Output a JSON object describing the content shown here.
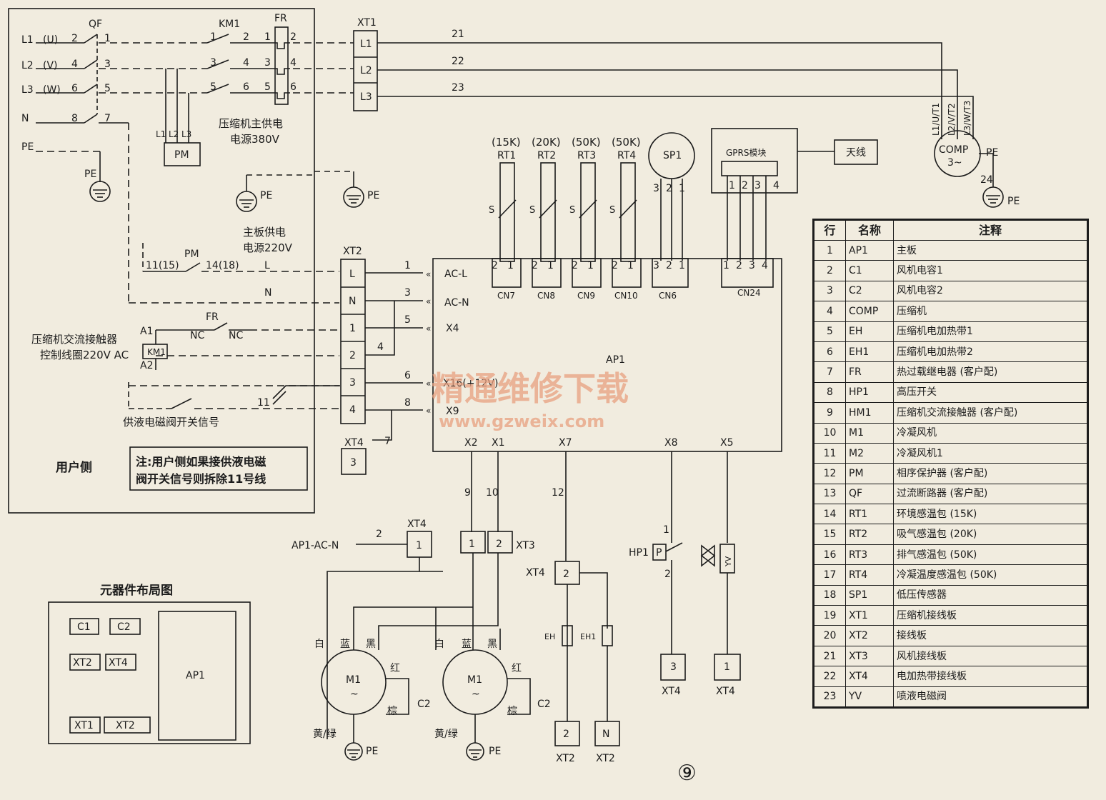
{
  "colors": {
    "background": "#f1ecdf",
    "ink": "#1c1c1c",
    "watermark": "#e8a080"
  },
  "power": {
    "lines": [
      "L1",
      "(U)",
      "L2",
      "(V)",
      "L3",
      "(W)",
      "N",
      "PE"
    ],
    "qf": "QF",
    "qf_pins": [
      "2",
      "1",
      "4",
      "3",
      "6",
      "5",
      "8",
      "7"
    ],
    "km1": "KM1",
    "km1_pins": [
      "1",
      "2",
      "3",
      "4",
      "5",
      "6"
    ],
    "fr": "FR",
    "fr_pins": [
      "1",
      "2",
      "3",
      "4",
      "5",
      "6"
    ],
    "pm": "PM",
    "pm_terms": [
      "L1",
      "L2",
      "L3"
    ],
    "pe": "PE",
    "comp_supply": [
      "压缩机主供电",
      "电源380V"
    ],
    "board_supply": [
      "主板供电",
      "电源220V"
    ],
    "pm_contact": [
      "11(15)",
      "PM",
      "14(18)"
    ],
    "l_label": "L",
    "n_label": "N"
  },
  "xt1": {
    "name": "XT1",
    "terms": [
      "L1",
      "L2",
      "L3"
    ],
    "wires": [
      "21",
      "22",
      "23"
    ]
  },
  "comp": {
    "label": "COMP",
    "phase": "3~",
    "terms": [
      "L1/U/T1",
      "L2/V/T2",
      "L3/W/T3"
    ],
    "pe": "PE",
    "wire": "24"
  },
  "sensors": [
    {
      "value": "(15K)",
      "name": "RT1",
      "conn": "CN7",
      "pins": [
        "2",
        "1"
      ]
    },
    {
      "value": "(20K)",
      "name": "RT2",
      "conn": "CN8",
      "pins": [
        "2",
        "1"
      ]
    },
    {
      "value": "(50K)",
      "name": "RT3",
      "conn": "CN9",
      "pins": [
        "2",
        "1"
      ]
    },
    {
      "value": "(50K)",
      "name": "RT4",
      "conn": "CN10",
      "pins": [
        "2",
        "1"
      ]
    }
  ],
  "sensor_mark": "S",
  "sp1": {
    "name": "SP1",
    "pins": [
      "3",
      "2",
      "1"
    ],
    "conn": "CN6"
  },
  "gprs": {
    "name": "GPRS模块",
    "antenna": "天线",
    "pins": [
      "1",
      "2",
      "3",
      "4"
    ],
    "conn": "CN24"
  },
  "ap1": {
    "name": "AP1",
    "inputs": [
      "AC-L",
      "AC-N",
      "X4",
      "X16(+12V)",
      "X9"
    ],
    "outputs": [
      "X2",
      "X1",
      "X7",
      "X8",
      "X5"
    ]
  },
  "xt2": {
    "name": "XT2",
    "terms": [
      "L",
      "N",
      "1",
      "2",
      "3",
      "4"
    ]
  },
  "wire_numbers": [
    "1",
    "3",
    "5",
    "4",
    "6",
    "8",
    "7",
    "11",
    "9",
    "10",
    "12",
    "2"
  ],
  "user_side": {
    "km1_coil": [
      "压缩机交流接触器",
      "控制线圈220V AC"
    ],
    "a1": "A1",
    "a2": "A2",
    "fr": "FR",
    "nc": [
      "NC",
      "NC"
    ],
    "valve_signal": "供液电磁阀开关信号",
    "title": "用户侧",
    "note": [
      "注:用户侧如果接供液电磁",
      "阀开关信号则拆除11号线"
    ]
  },
  "xt4_small": {
    "name": "XT4",
    "term": "3"
  },
  "fans": {
    "ap1_ac_n": "AP1-AC-N",
    "xt4": "XT4",
    "xt4_term": "1",
    "xt3": "XT3",
    "xt3_terms": [
      "1",
      "2"
    ],
    "motor": "M1",
    "tilde": "~",
    "white": "白",
    "blue": "蓝",
    "black": "黑",
    "red": "红",
    "brown": "棕",
    "yg": "黄/绿",
    "cap": "C2",
    "pe": "PE"
  },
  "heaters": {
    "xt4": "XT4",
    "xt4_term": "2",
    "eh": "EH",
    "eh1": "EH1",
    "xt2_terms": [
      "2",
      "N"
    ],
    "xt2": "XT2"
  },
  "hp_yv": {
    "hp": "HP1",
    "p": "P",
    "pins": [
      "1",
      "2"
    ],
    "yv": "YV",
    "xt4_terms": [
      "3",
      "1"
    ],
    "xt4": "XT4"
  },
  "layout": {
    "title": "元器件布局图",
    "items": [
      "C1",
      "C2",
      "XT2",
      "XT4",
      "AP1",
      "XT1",
      "XT2"
    ]
  },
  "watermark": {
    "line1": "精通维修下载",
    "line2": "www.gzweix.com"
  },
  "page_number": "⑨",
  "parts_table": {
    "headers": [
      "行",
      "名称",
      "注释"
    ],
    "rows": [
      [
        "1",
        "AP1",
        "主板"
      ],
      [
        "2",
        "C1",
        "风机电容1"
      ],
      [
        "3",
        "C2",
        "风机电容2"
      ],
      [
        "4",
        "COMP",
        "压缩机"
      ],
      [
        "5",
        "EH",
        "压缩机电加热带1"
      ],
      [
        "6",
        "EH1",
        "压缩机电加热带2"
      ],
      [
        "7",
        "FR",
        "热过载继电器 (客户配)"
      ],
      [
        "8",
        "HP1",
        "高压开关"
      ],
      [
        "9",
        "HM1",
        "压缩机交流接触器 (客户配)"
      ],
      [
        "10",
        "M1",
        "冷凝风机"
      ],
      [
        "11",
        "M2",
        "冷凝风机1"
      ],
      [
        "12",
        "PM",
        "相序保护器 (客户配)"
      ],
      [
        "13",
        "QF",
        "过流断路器 (客户配)"
      ],
      [
        "14",
        "RT1",
        "环境感温包 (15K)"
      ],
      [
        "15",
        "RT2",
        "吸气感温包 (20K)"
      ],
      [
        "16",
        "RT3",
        "排气感温包 (50K)"
      ],
      [
        "17",
        "RT4",
        "冷凝温度感温包 (50K)"
      ],
      [
        "18",
        "SP1",
        "低压传感器"
      ],
      [
        "19",
        "XT1",
        "压缩机接线板"
      ],
      [
        "20",
        "XT2",
        "接线板"
      ],
      [
        "21",
        "XT3",
        "风机接线板"
      ],
      [
        "22",
        "XT4",
        "电加热带接线板"
      ],
      [
        "23",
        "YV",
        "喷液电磁阀"
      ]
    ]
  }
}
